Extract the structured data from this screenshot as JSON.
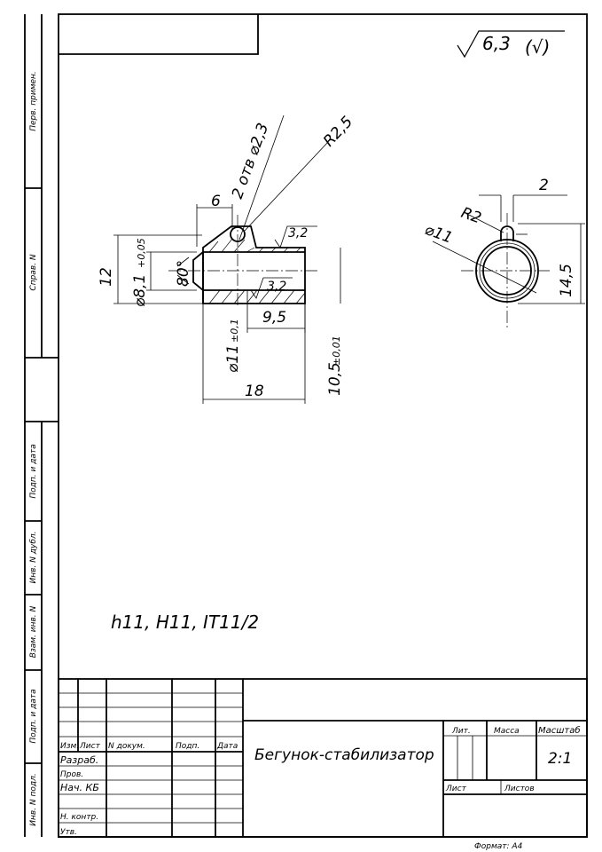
{
  "roughness_general": "6,3",
  "roughness_paren": "(√)",
  "side_labels": [
    "Перв. примен.",
    "Справ. N",
    "Подп. и дата",
    "Инв. N дубл.",
    "Взам. инв. N",
    "Подп. и дата",
    "Инв. N подл."
  ],
  "dims": {
    "d6": "6",
    "holes": "2 отв ⌀2,3",
    "r25": "R2,5",
    "h12": "12",
    "d81": "⌀8,1",
    "d81_tol": "+0,05",
    "a80": "80°",
    "rough1": "3,2",
    "rough2": "3,2",
    "d95": "9,5",
    "d11": "⌀11",
    "d11_tol": "±0,1",
    "d105": "10,5",
    "d105_tol": "±0,01",
    "d18": "18",
    "r_2": "2",
    "r_R2": "R2",
    "r_d11": "⌀11",
    "r_145": "14,5"
  },
  "tolerance_note": "h11, H11, IT11/2",
  "title_block": {
    "col_headers": [
      "Изм.",
      "Лист",
      "N докум.",
      "Подп.",
      "Дата"
    ],
    "rows": [
      "Разраб.",
      "Пров.",
      "Нач. КБ",
      "",
      "Н. контр.",
      "Утв."
    ],
    "name": "Бегунок-стабилизатор",
    "lit": "Лит.",
    "massa": "Масса",
    "scale_label": "Масштаб",
    "scale": "2:1",
    "sheet": "Лист",
    "sheets": "Листов"
  },
  "format": "Формат: А4"
}
